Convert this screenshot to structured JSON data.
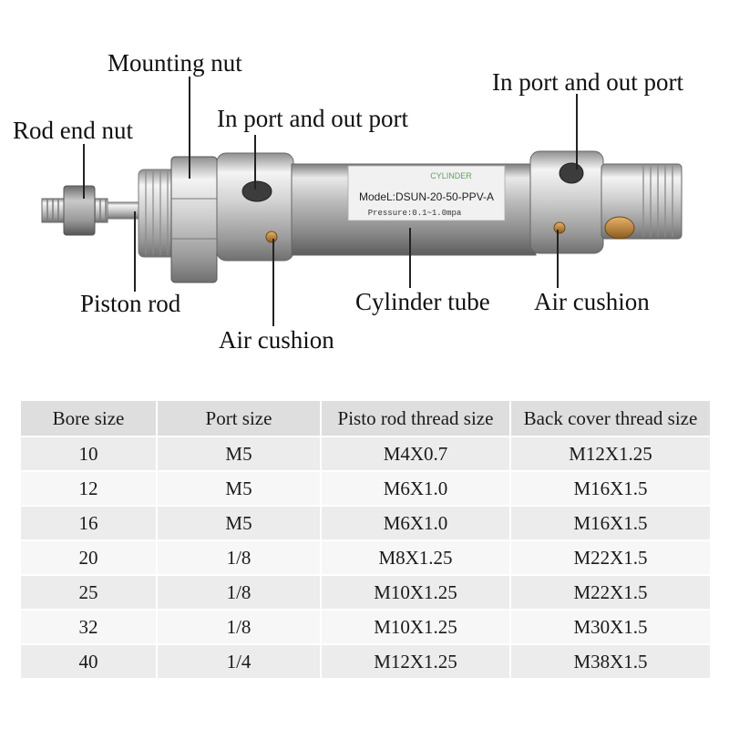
{
  "diagram": {
    "labels": {
      "mounting_nut": "Mounting nut",
      "rod_end_nut": "Rod end nut",
      "in_out_port_left": "In port and out port",
      "in_out_port_right": "In port and out port",
      "piston_rod": "Piston rod",
      "cylinder_tube": "Cylinder tube",
      "air_cushion_left": "Air cushion",
      "air_cushion_right": "Air cushion"
    },
    "tube_text": {
      "brand": "CYLINDER",
      "model": "ModeL:DSUN-20-50-PPV-A",
      "pressure": "Pressure:0.1~1.0mpa"
    },
    "colors": {
      "metal": "#c7c7c7",
      "brand_text": "#5aa55a",
      "brass": "#c98a3c"
    }
  },
  "table": {
    "headers": [
      "Bore size",
      "Port size",
      "Pisto rod thread size",
      "Back cover thread size"
    ],
    "rows": [
      [
        "10",
        "M5",
        "M4X0.7",
        "M12X1.25"
      ],
      [
        "12",
        "M5",
        "M6X1.0",
        "M16X1.5"
      ],
      [
        "16",
        "M5",
        "M6X1.0",
        "M16X1.5"
      ],
      [
        "20",
        "1/8",
        "M8X1.25",
        "M22X1.5"
      ],
      [
        "25",
        "1/8",
        "M10X1.25",
        "M22X1.5"
      ],
      [
        "32",
        "1/8",
        "M10X1.25",
        "M30X1.5"
      ],
      [
        "40",
        "1/4",
        "M12X1.25",
        "M38X1.5"
      ]
    ]
  }
}
